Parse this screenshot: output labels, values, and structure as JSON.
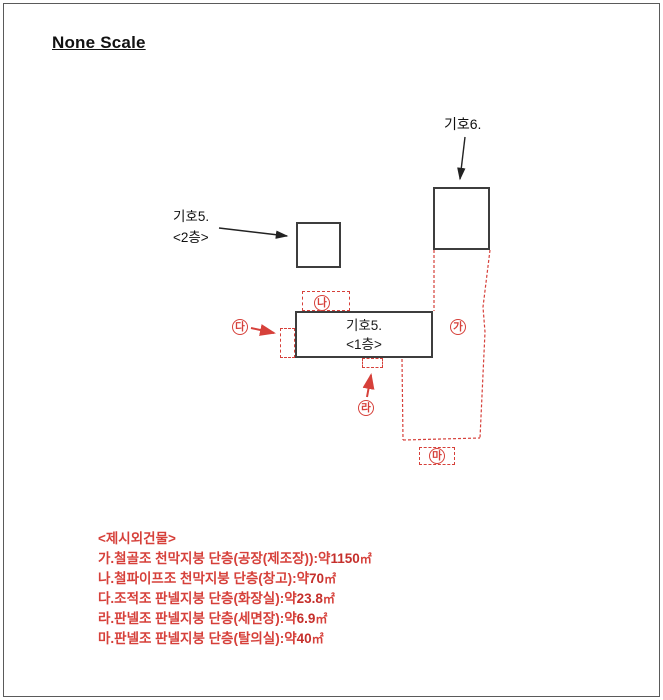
{
  "title": "None Scale",
  "colors": {
    "red_line": "#d6403a",
    "red_number": "#c52f2b",
    "black": "#1a1a1a"
  },
  "diagram": {
    "building6": {
      "label": "기호6."
    },
    "building5_2f": {
      "label_line1": "기호5.",
      "label_line2": "<2층>"
    },
    "building5_1f": {
      "text_line1": "기호5.",
      "text_line2": "<1층>"
    },
    "markers": {
      "ga": "가",
      "na": "나",
      "da": "다",
      "ra": "라",
      "ma": "마"
    }
  },
  "legend": {
    "header": "<제시외건물>",
    "items": [
      {
        "label": "가.철골조 천막지붕 단층(공장(제조장)):약",
        "value": "1150",
        "unit": "㎡"
      },
      {
        "label": "나.철파이프조 천막지붕 단층(창고):약",
        "value": "70",
        "unit": "㎡"
      },
      {
        "label": "다.조적조  판넬지붕 단층(화장실):약",
        "value": "23.8",
        "unit": "㎡"
      },
      {
        "label": "라.판넬조 판넬지붕 단층(세면장):약",
        "value": "6.9",
        "unit": "㎡"
      },
      {
        "label": "마.판넬조 판넬지붕 단층(탈의실):약",
        "value": "40",
        "unit": "㎡"
      }
    ]
  }
}
